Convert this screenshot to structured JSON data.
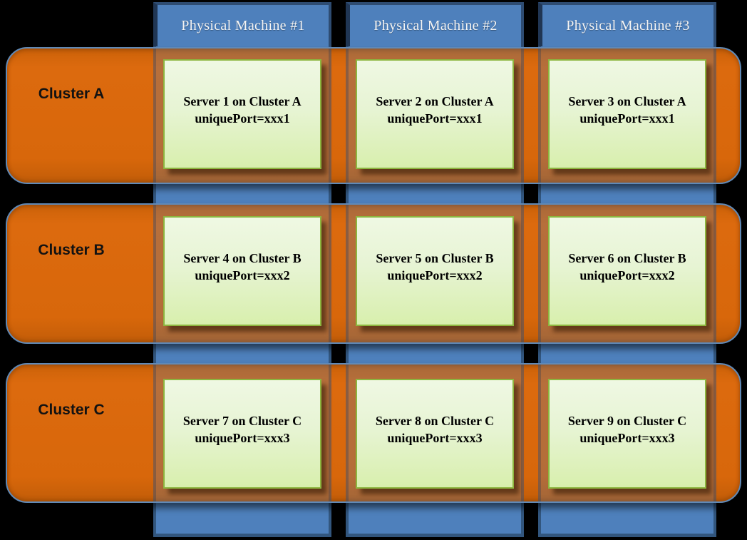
{
  "colors": {
    "background": "#000000",
    "column_blue": "#4E80BC",
    "column_border": "#32567E",
    "header_border": "#2E4C72",
    "row_orange": "#D8670B",
    "row_outline": "#6089B6",
    "server_fill_top": "#EFF8E3",
    "server_fill_bottom": "#D8EFAD",
    "server_border": "#8CB53F",
    "header_text": "#F5F5F5",
    "label_text": "#121212"
  },
  "columns": [
    {
      "label": "Physical Machine #1"
    },
    {
      "label": "Physical Machine #2"
    },
    {
      "label": "Physical Machine #3"
    }
  ],
  "rows": [
    {
      "label": "Cluster A"
    },
    {
      "label": "Cluster B"
    },
    {
      "label": "Cluster C"
    }
  ],
  "servers": [
    {
      "line1": "Server 1 on Cluster A",
      "line2": "uniquePort=xxx1"
    },
    {
      "line1": "Server 2 on Cluster A",
      "line2": "uniquePort=xxx1"
    },
    {
      "line1": "Server 3 on Cluster A",
      "line2": "uniquePort=xxx1"
    },
    {
      "line1": "Server 4 on Cluster B",
      "line2": "uniquePort=xxx2"
    },
    {
      "line1": "Server 5 on Cluster B",
      "line2": "uniquePort=xxx2"
    },
    {
      "line1": "Server 6 on Cluster B",
      "line2": "uniquePort=xxx2"
    },
    {
      "line1": "Server 7 on Cluster C",
      "line2": "uniquePort=xxx3"
    },
    {
      "line1": "Server 8 on Cluster C",
      "line2": "uniquePort=xxx3"
    },
    {
      "line1": "Server 9 on Cluster C",
      "line2": "uniquePort=xxx3"
    }
  ]
}
